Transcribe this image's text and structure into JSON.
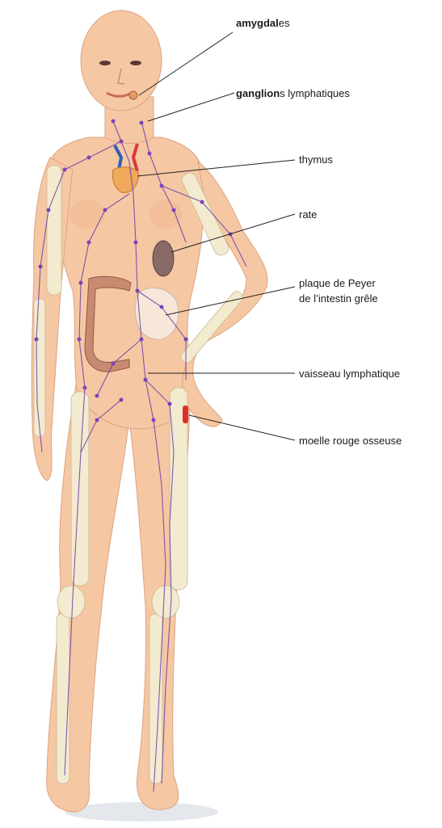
{
  "labels": {
    "amygdales": {
      "bold": "amygdal",
      "rest": "es"
    },
    "ganglions": {
      "bold": "ganglion",
      "rest": "s lymphatiques"
    },
    "thymus": "thymus",
    "rate": "rate",
    "peyer_line1": "plaque de Peyer",
    "peyer_line2": "de l’intestin grêle",
    "vaisseau": "vaisseau lymphatique",
    "moelle": "moelle rouge osseuse"
  },
  "colors": {
    "skin": "#f6c7a3",
    "lymph": "#6a40a8",
    "spleen": "#8a6a66",
    "thymus": "#f0a85a",
    "intestine": "#c98a72",
    "marrow": "#d9302a"
  }
}
